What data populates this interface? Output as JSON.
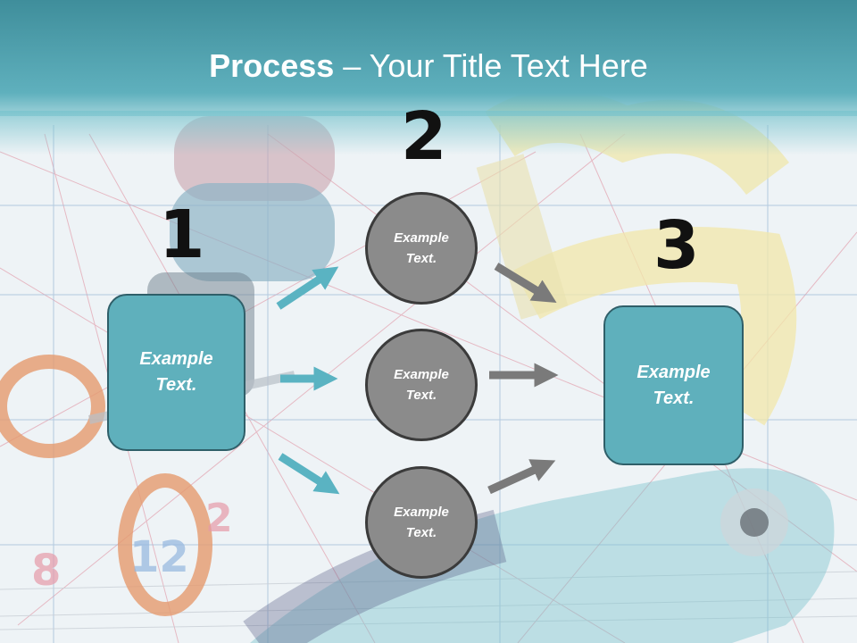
{
  "slide": {
    "title_bold": "Process",
    "title_rest": " – Your Title Text Here",
    "numbers": [
      "1",
      "2",
      "3"
    ],
    "left_box": "Example\nText.",
    "right_box": "Example\nText.",
    "circles": [
      "Example\nText.",
      "Example\nText.",
      "Example\nText."
    ]
  },
  "colors": {
    "header": "#5fb0bd",
    "box_fill": "#5fb0bc",
    "circle_fill": "#8b8b8b",
    "teal_arrow": "#5ab3c2",
    "gray_arrow": "#7a7a7a"
  }
}
